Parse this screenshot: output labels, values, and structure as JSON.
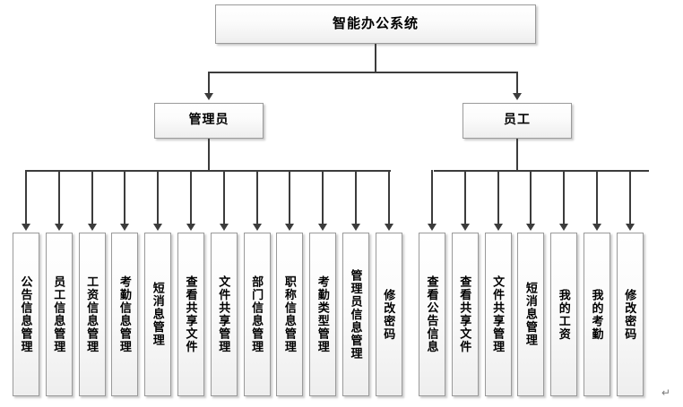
{
  "diagram": {
    "title": "智能办公系统",
    "root": {
      "label": "智能办公系统"
    },
    "roles": [
      {
        "id": "admin",
        "label": "管理员"
      },
      {
        "id": "employee",
        "label": "员工"
      }
    ],
    "admin_functions": [
      {
        "label": "公告信息管理"
      },
      {
        "label": "员工信息管理"
      },
      {
        "label": "工资信息管理"
      },
      {
        "label": "考勤信息管理"
      },
      {
        "label": "短消息管理"
      },
      {
        "label": "查看共享文件"
      },
      {
        "label": "文件共享管理"
      },
      {
        "label": "部门信息管理"
      },
      {
        "label": "职称信息管理"
      },
      {
        "label": "考勤类型管理"
      },
      {
        "label": "管理员信息管理"
      },
      {
        "label": "修改密码"
      }
    ],
    "employee_functions": [
      {
        "label": "查看公告信息"
      },
      {
        "label": "查看共享文件"
      },
      {
        "label": "文件共享管理"
      },
      {
        "label": "短消息管理"
      },
      {
        "label": "我的工资"
      },
      {
        "label": "我的考勤"
      },
      {
        "label": "修改密码"
      }
    ],
    "marks": {
      "paragraph_mark": "↵"
    },
    "colors": {
      "box_border": "#9a9a9a",
      "box_fill_top": "#ffffff",
      "box_fill_bottom": "#eeeeee",
      "connector": "#3c3c3c",
      "text": "#000000",
      "background": "#ffffff"
    }
  }
}
